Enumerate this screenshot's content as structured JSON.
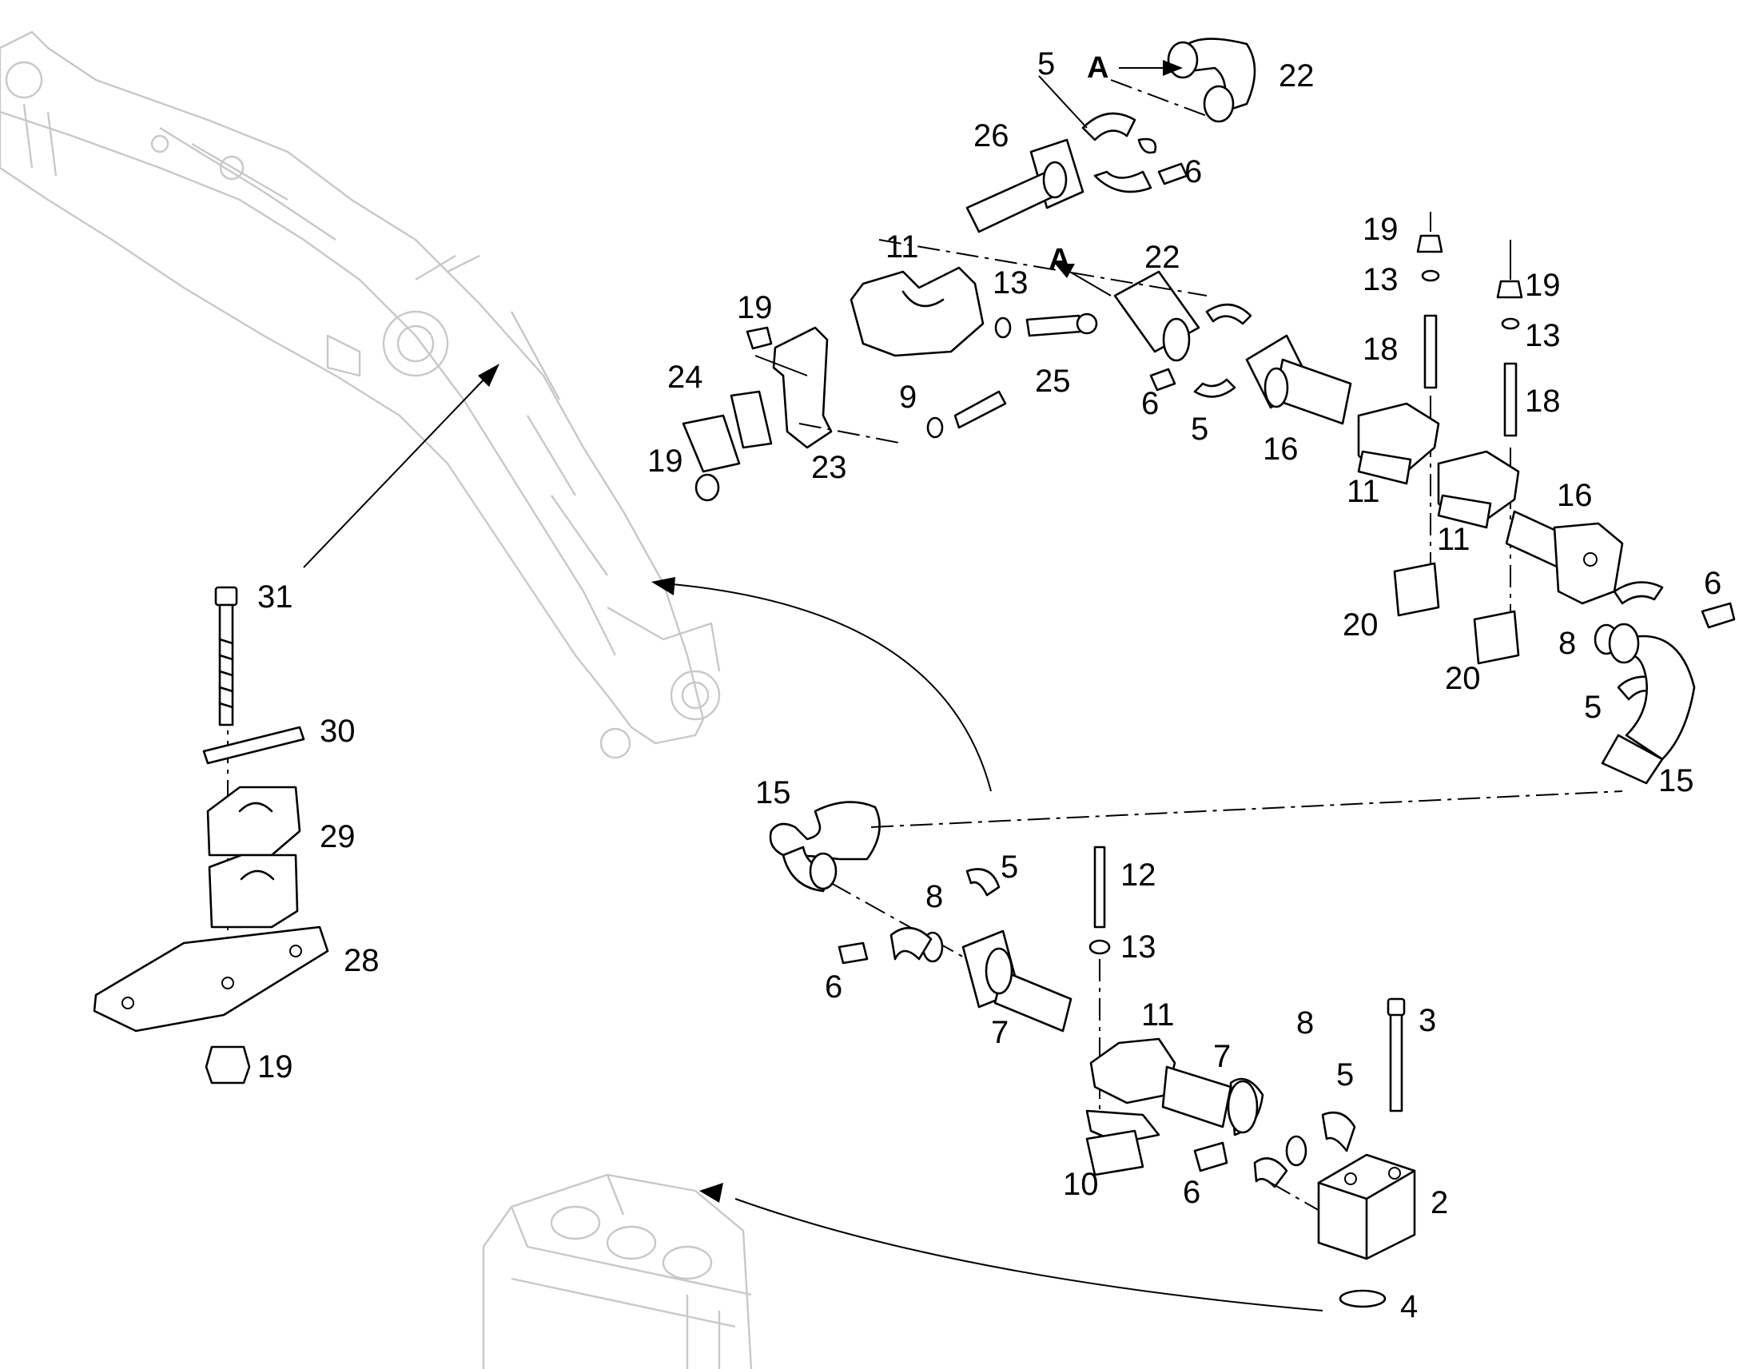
{
  "callouts": {
    "c1": "5",
    "c2": "22",
    "c3": "26",
    "c4": "6",
    "c5": "11",
    "c6": "19",
    "c7": "13",
    "c8": "22",
    "c9": "19",
    "c10": "13",
    "c11": "18",
    "c12": "19",
    "c13": "13",
    "c14": "18",
    "c15": "24",
    "c16": "9",
    "c17": "25",
    "c18": "19",
    "c19": "23",
    "c20": "6",
    "c21": "5",
    "c22": "16",
    "c23": "11",
    "c24": "16",
    "c25": "11",
    "c26": "20",
    "c27": "20",
    "c28": "6",
    "c29": "8",
    "c30": "5",
    "c31": "15",
    "c32": "31",
    "c33": "30",
    "c34": "29",
    "c35": "28",
    "c36": "19",
    "c37": "15",
    "c38": "5",
    "c39": "12",
    "c40": "8",
    "c41": "13",
    "c42": "6",
    "c43": "7",
    "c44": "11",
    "c45": "7",
    "c46": "8",
    "c47": "3",
    "c48": "5",
    "c49": "10",
    "c50": "6",
    "c51": "2",
    "c52": "4"
  },
  "view_marks": {
    "a_top": "A",
    "a_mid": "A"
  },
  "colors": {
    "ink": "#000000",
    "ghost_outline": "#c8c8c8",
    "background": "#ffffff"
  }
}
